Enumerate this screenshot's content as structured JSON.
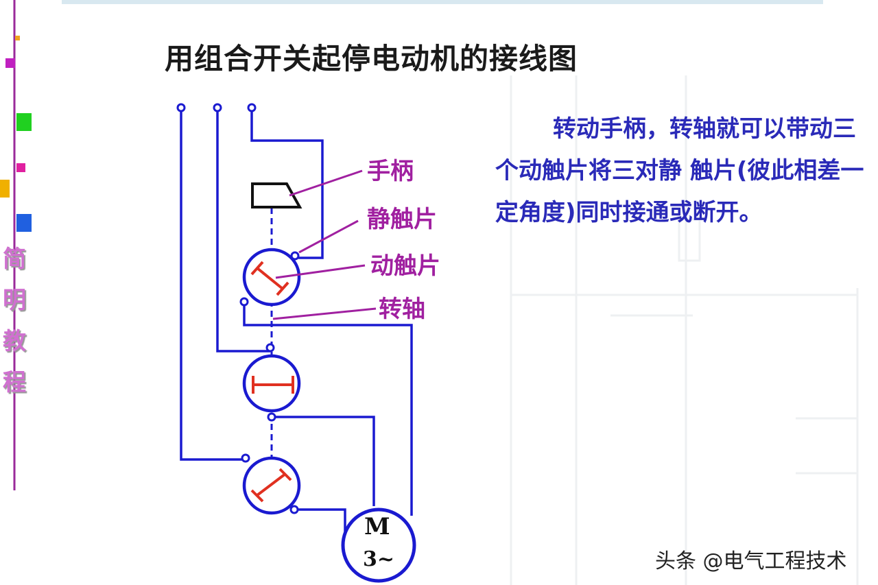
{
  "title": "用组合开关起停电动机的接线图",
  "description": "转动手柄，转轴就可以带动三个动触片将三对静 触片(彼此相差一定角度)同时接通或断开。",
  "labels": {
    "handle": "手柄",
    "static_contact": "静触片",
    "moving_contact": "动触片",
    "shaft": "转轴"
  },
  "motor": {
    "line1": "M",
    "line2": "3~"
  },
  "side_text": [
    "简",
    "明",
    "教",
    "程"
  ],
  "watermark": "头条 @电气工程技术",
  "colors": {
    "wire": "#1a1ad0",
    "contact": "#e03020",
    "label": "#a020a0",
    "text": "#2a2ab8"
  }
}
